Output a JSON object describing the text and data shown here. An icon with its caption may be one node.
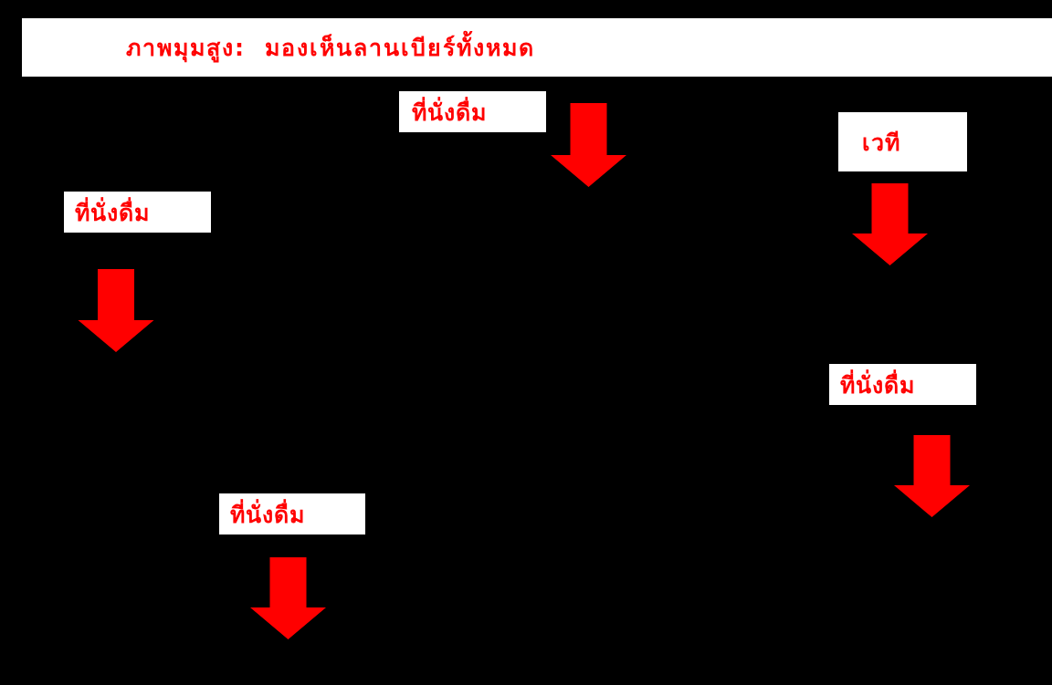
{
  "diagram": {
    "title": "ภาพมุมสูง:  มองเห็นลานเบียร์ทั้งหมด",
    "nodes": [
      {
        "text": [
          "ที่นั่งดื่ม"
        ]
      },
      {
        "text": [
          "เวที"
        ]
      },
      {
        "text": [
          "ที่นั่งดื่ม"
        ]
      },
      {
        "text": [
          "ที่นั่งดื่ม"
        ]
      },
      {
        "text": [
          "ที่นั่งดื่ม"
        ]
      }
    ]
  }
}
